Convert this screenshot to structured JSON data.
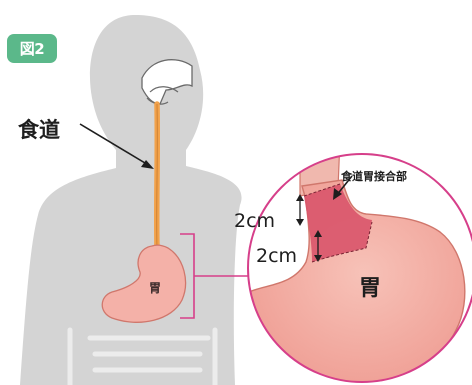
{
  "figure": {
    "badge": "図2",
    "labels": {
      "esophagus": "食道",
      "stomach_small": "胃",
      "junction": "食道胃接合部",
      "distance_upper": "2cm",
      "distance_lower": "2cm",
      "stomach_large": "胃"
    },
    "colors": {
      "badge": "#5bb88a",
      "silhouette": "#d4d4d4",
      "esophagus": "#f2a24b",
      "stomach": "#f4b1a8",
      "junction_zone": "#d9546a",
      "callout_border": "#d63f8a"
    }
  }
}
